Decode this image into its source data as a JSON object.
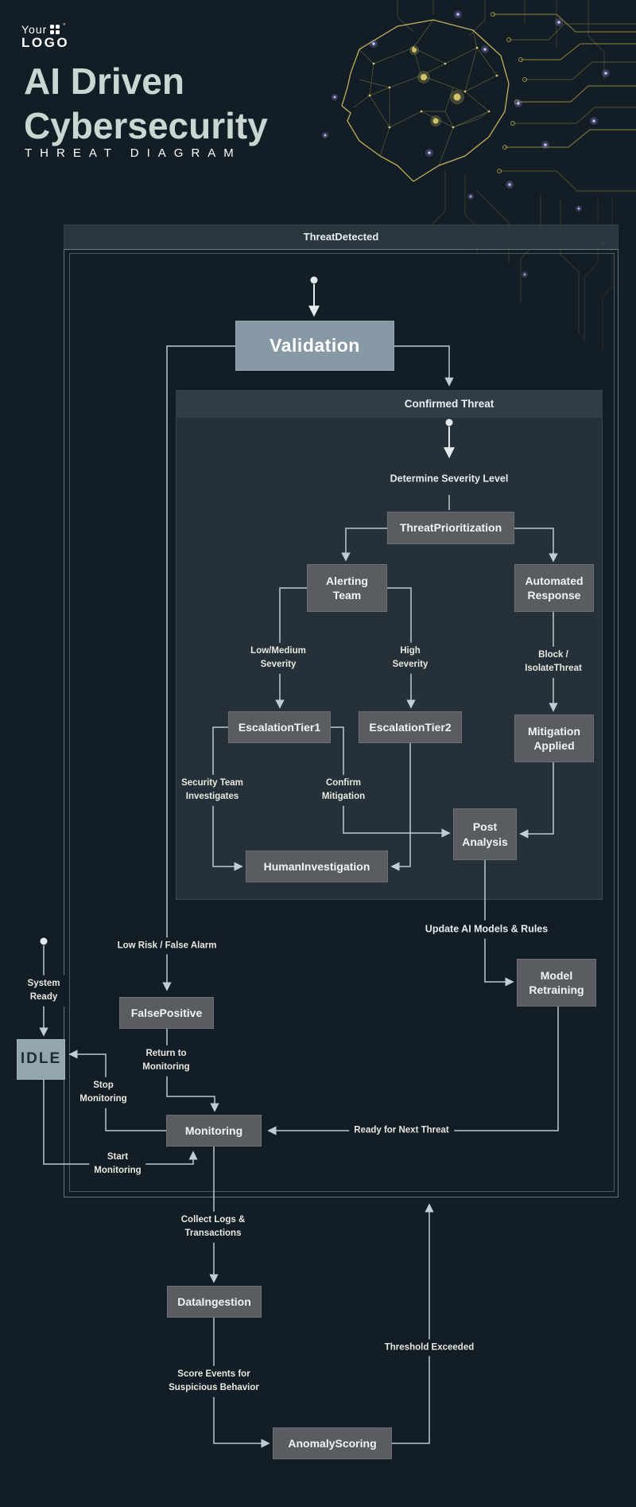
{
  "header": {
    "logo_line1": "Your",
    "logo_line2": "LOGO",
    "logo_degree": "°",
    "title_line1": "AI Driven",
    "title_line2": "Cybersecurity",
    "subtitle": "THREAT DIAGRAM"
  },
  "diagram": {
    "container_title": "ThreatDetected",
    "panel_title": "Confirmed Threat",
    "nodes": {
      "validation": "Validation",
      "threat_prioritization": "ThreatPrioritization",
      "alerting_team": "Alerting\nTeam",
      "automated_response": "Automated\nResponse",
      "escalation_tier1": "EscalationTier1",
      "escalation_tier2": "EscalationTier2",
      "mitigation_applied": "Mitigation\nApplied",
      "human_investigation": "HumanInvestigation",
      "post_analysis": "Post\nAnalysis",
      "false_positive": "FalsePositive",
      "model_retraining": "Model\nRetraining",
      "idle": "IDLE",
      "monitoring": "Monitoring",
      "data_ingestion": "DataIngestion",
      "anomaly_scoring": "AnomalyScoring"
    },
    "edge_labels": {
      "determine_severity": "Determine Severity Level",
      "low_medium_severity": "Low/Medium\nSeverity",
      "high_severity": "High\nSeverity",
      "block_isolate": "Block /\nIsolateThreat",
      "security_team_investigates": "Security Team\nInvestigates",
      "confirm_mitigation": "Confirm\nMitigation",
      "update_ai_models": "Update AI Models & Rules",
      "low_risk_false_alarm": "Low Risk / False Alarm",
      "system_ready": "System\nReady",
      "return_to_monitoring": "Return to\nMonitoring",
      "stop_monitoring": "Stop\nMonitoring",
      "start_monitoring": "Start\nMonitoring",
      "ready_for_next_threat": "Ready for Next Threat",
      "collect_logs": "Collect Logs &\nTransactions",
      "score_events": "Score Events for\nSuspicious Behavior",
      "threshold_exceeded": "Threshold Exceeded"
    }
  },
  "colors": {
    "page_bg": "#131d26",
    "panel_bg": "#263039",
    "panel_header_bg": "#313d46",
    "container_header_bg": "#2c3942",
    "node_fill": "#595d62",
    "highlight_node_fill": "#8799a4",
    "idle_node_fill": "#93a5af",
    "edge_line": "#bccad1",
    "circuit_gold": "#c9b45a",
    "spark_purple": "#a89bf0",
    "title_text": "#c9d6d1"
  }
}
